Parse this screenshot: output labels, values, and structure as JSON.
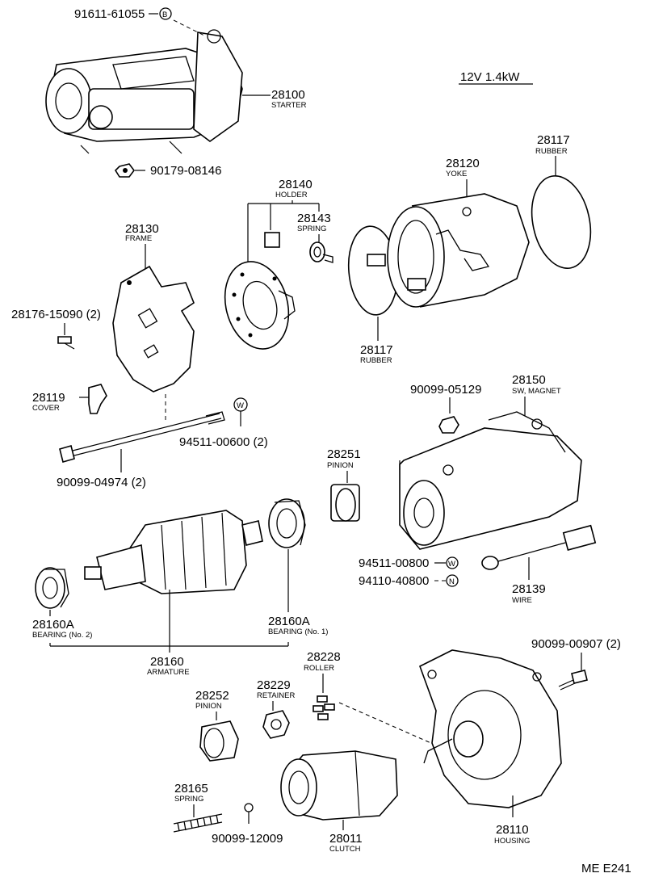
{
  "spec": "12V 1.4kW",
  "figure_code": "ME E241",
  "parts": {
    "p1": {
      "num": "91611-61055",
      "marker": "B"
    },
    "p2": {
      "num": "28100",
      "label": "STARTER"
    },
    "p3": {
      "num": "90179-08146"
    },
    "p4": {
      "num": "28130",
      "label": "FRAME"
    },
    "p5": {
      "num": "28176-15090 (2)"
    },
    "p6": {
      "num": "28119",
      "label": "COVER"
    },
    "p7": {
      "num": "90099-04974 (2)"
    },
    "p8": {
      "num": "94511-00600 (2)",
      "marker": "W"
    },
    "p9": {
      "num": "28140",
      "label": "HOLDER"
    },
    "p10": {
      "num": "28143",
      "label": "SPRING"
    },
    "p11": {
      "num": "28117",
      "label": "RUBBER"
    },
    "p12": {
      "num": "28120",
      "label": "YOKE"
    },
    "p13": {
      "num": "28117",
      "label": "RUBBER"
    },
    "p14": {
      "num": "28150",
      "label": "SW, MAGNET"
    },
    "p15": {
      "num": "90099-05129"
    },
    "p16": {
      "num": "94511-00800",
      "marker": "W"
    },
    "p17": {
      "num": "94110-40800",
      "marker": "N"
    },
    "p18": {
      "num": "28139",
      "label": "WIRE"
    },
    "p19": {
      "num": "28251",
      "label": "PINION"
    },
    "p20": {
      "num": "28160A",
      "label": "BEARING (No. 1)"
    },
    "p21": {
      "num": "28160A",
      "label": "BEARING (No. 2)"
    },
    "p22": {
      "num": "28160",
      "label": "ARMATURE"
    },
    "p23": {
      "num": "28228",
      "label": "ROLLER"
    },
    "p24": {
      "num": "28229",
      "label": "RETAINER"
    },
    "p25": {
      "num": "28252",
      "label": "PINION"
    },
    "p26": {
      "num": "28165",
      "label": "SPRING"
    },
    "p27": {
      "num": "90099-12009"
    },
    "p28": {
      "num": "28011",
      "label": "CLUTCH"
    },
    "p29": {
      "num": "28110",
      "label": "HOUSING"
    },
    "p30": {
      "num": "90099-00907 (2)"
    }
  }
}
